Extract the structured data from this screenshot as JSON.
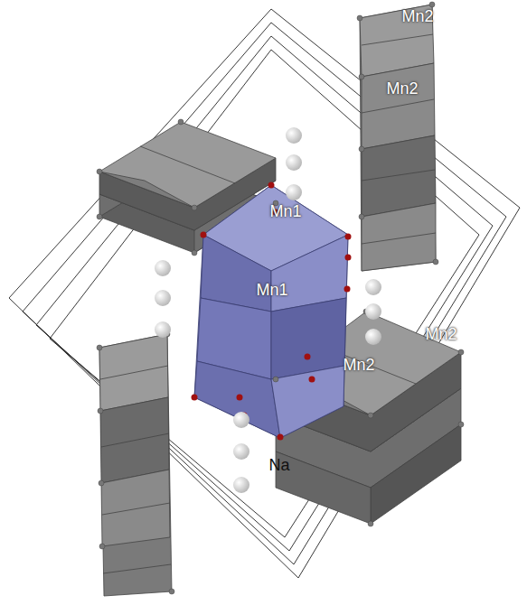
{
  "diagram": {
    "labels": [
      "Mn2",
      "Mn2",
      "Mn1",
      "Mn1",
      "Mn2",
      "Mn2",
      "Na"
    ]
  }
}
